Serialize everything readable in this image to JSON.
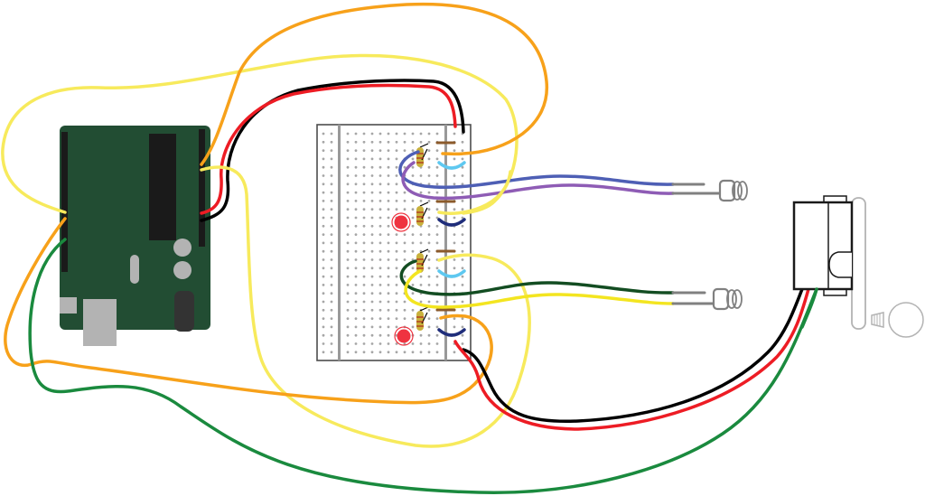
{
  "diagram": {
    "type": "breadboard-wiring",
    "components": [
      {
        "id": "arduino",
        "kind": "microcontroller-board"
      },
      {
        "id": "breadboard",
        "kind": "half-breadboard"
      },
      {
        "id": "resistor-1",
        "kind": "resistor"
      },
      {
        "id": "resistor-2",
        "kind": "resistor"
      },
      {
        "id": "resistor-3",
        "kind": "resistor"
      },
      {
        "id": "resistor-4",
        "kind": "resistor"
      },
      {
        "id": "led-red-1",
        "kind": "red-led"
      },
      {
        "id": "led-red-2",
        "kind": "red-led"
      },
      {
        "id": "photo-sensor-1",
        "kind": "ir-led-or-phototransistor"
      },
      {
        "id": "photo-sensor-2",
        "kind": "ir-led-or-phototransistor"
      },
      {
        "id": "servo",
        "kind": "servo-motor"
      },
      {
        "id": "light-bulb",
        "kind": "bulb"
      }
    ]
  },
  "colors": {
    "background": "#ffffff",
    "board_green": "#224d33",
    "header_black": "#1a1a1a",
    "board_gray": "#b3b3b3",
    "board_dark": "#333333",
    "breadboard_fill": "#ffffff",
    "breadboard_border": "#4d4d4d",
    "breadboard_rail": "#999999",
    "hole": "#a6a6a6",
    "resistor_body": "#c9b13c",
    "resistor_band": "#b23a1e",
    "jumper_brown": "#8b5a2b",
    "jumper_light_blue": "#5ec8f0",
    "jumper_navy": "#1f2d7a",
    "led_red": "#ef3340",
    "sensor_gray": "#808080",
    "servo_stroke": "#1a1a1a",
    "bulb_stroke": "#b3b3b3",
    "wire_yellow": "#f7ea5c",
    "wire_bright_yellow": "#f3e520",
    "wire_orange": "#f7a11a",
    "wire_red": "#ed1c24",
    "wire_black": "#000000",
    "wire_green": "#1a8a3e",
    "wire_dark_green": "#134d22",
    "wire_blue": "#4e5fb5",
    "wire_purple": "#8e5cb5"
  }
}
